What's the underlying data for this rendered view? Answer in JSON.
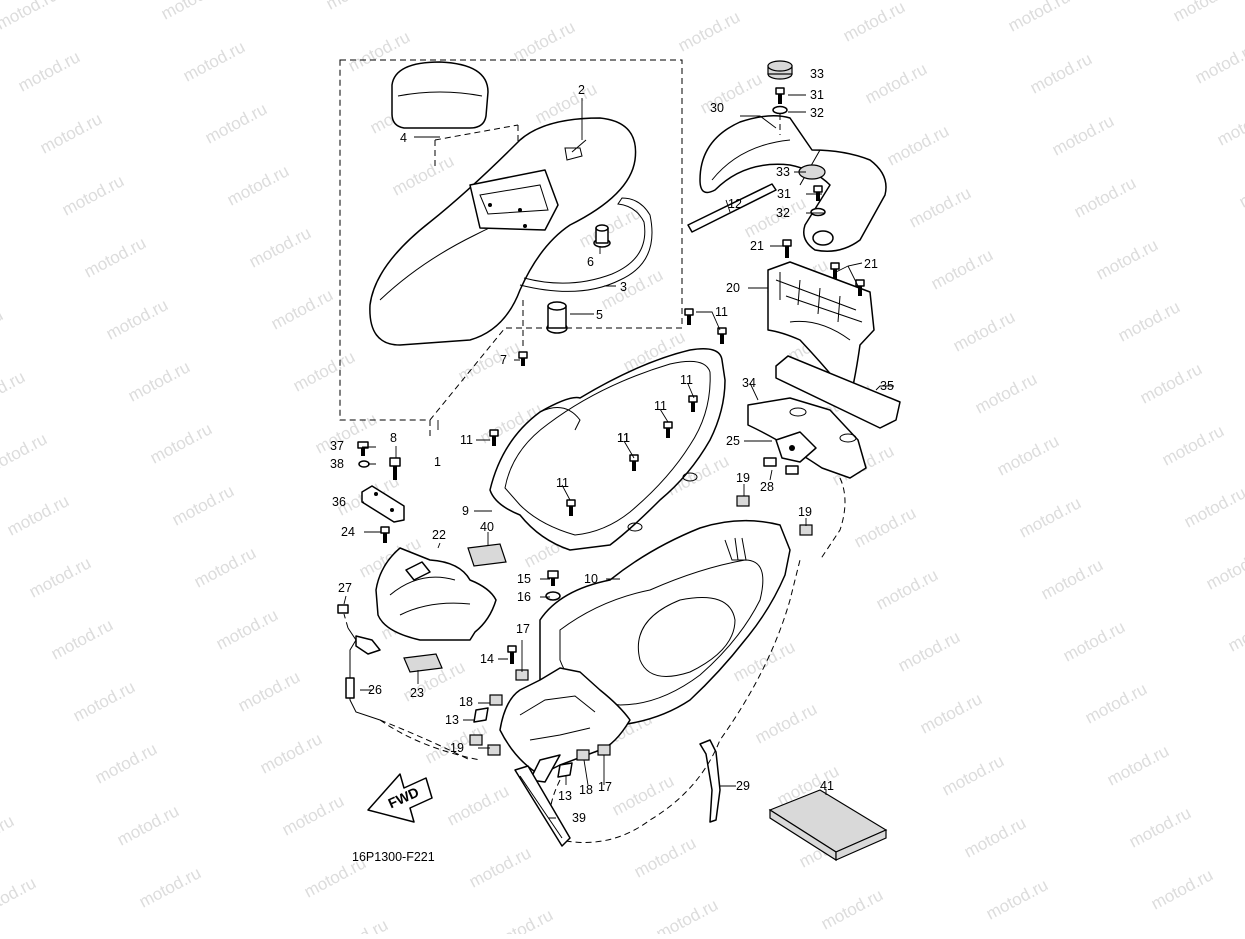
{
  "watermark": "motod.ru",
  "drawing_code": "16P1300-F221",
  "fwd_label": "FWD",
  "callouts": [
    {
      "id": "c1",
      "text": "1"
    },
    {
      "id": "c2",
      "text": "2"
    },
    {
      "id": "c3",
      "text": "3"
    },
    {
      "id": "c4",
      "text": "4"
    },
    {
      "id": "c5",
      "text": "5"
    },
    {
      "id": "c6",
      "text": "6"
    },
    {
      "id": "c7",
      "text": "7"
    },
    {
      "id": "c8",
      "text": "8"
    },
    {
      "id": "c9",
      "text": "9"
    },
    {
      "id": "c10",
      "text": "10"
    },
    {
      "id": "c11a",
      "text": "11"
    },
    {
      "id": "c11b",
      "text": "11"
    },
    {
      "id": "c11c",
      "text": "11"
    },
    {
      "id": "c11d",
      "text": "11"
    },
    {
      "id": "c11e",
      "text": "11"
    },
    {
      "id": "c11f",
      "text": "11"
    },
    {
      "id": "c11g",
      "text": "11"
    },
    {
      "id": "c12",
      "text": "12"
    },
    {
      "id": "c13a",
      "text": "13"
    },
    {
      "id": "c13b",
      "text": "13"
    },
    {
      "id": "c14",
      "text": "14"
    },
    {
      "id": "c15",
      "text": "15"
    },
    {
      "id": "c16",
      "text": "16"
    },
    {
      "id": "c17a",
      "text": "17"
    },
    {
      "id": "c17b",
      "text": "17"
    },
    {
      "id": "c18a",
      "text": "18"
    },
    {
      "id": "c18b",
      "text": "18"
    },
    {
      "id": "c19a",
      "text": "19"
    },
    {
      "id": "c19b",
      "text": "19"
    },
    {
      "id": "c19c",
      "text": "19"
    },
    {
      "id": "c20",
      "text": "20"
    },
    {
      "id": "c21a",
      "text": "21"
    },
    {
      "id": "c21b",
      "text": "21"
    },
    {
      "id": "c22",
      "text": "22"
    },
    {
      "id": "c23",
      "text": "23"
    },
    {
      "id": "c24",
      "text": "24"
    },
    {
      "id": "c25",
      "text": "25"
    },
    {
      "id": "c26",
      "text": "26"
    },
    {
      "id": "c27",
      "text": "27"
    },
    {
      "id": "c28",
      "text": "28"
    },
    {
      "id": "c29",
      "text": "29"
    },
    {
      "id": "c30",
      "text": "30"
    },
    {
      "id": "c31a",
      "text": "31"
    },
    {
      "id": "c31b",
      "text": "31"
    },
    {
      "id": "c32a",
      "text": "32"
    },
    {
      "id": "c32b",
      "text": "32"
    },
    {
      "id": "c33a",
      "text": "33"
    },
    {
      "id": "c33b",
      "text": "33"
    },
    {
      "id": "c34",
      "text": "34"
    },
    {
      "id": "c35",
      "text": "35"
    },
    {
      "id": "c36",
      "text": "36"
    },
    {
      "id": "c37",
      "text": "37"
    },
    {
      "id": "c38",
      "text": "38"
    },
    {
      "id": "c39",
      "text": "39"
    },
    {
      "id": "c40",
      "text": "40"
    },
    {
      "id": "c41",
      "text": "41"
    }
  ]
}
